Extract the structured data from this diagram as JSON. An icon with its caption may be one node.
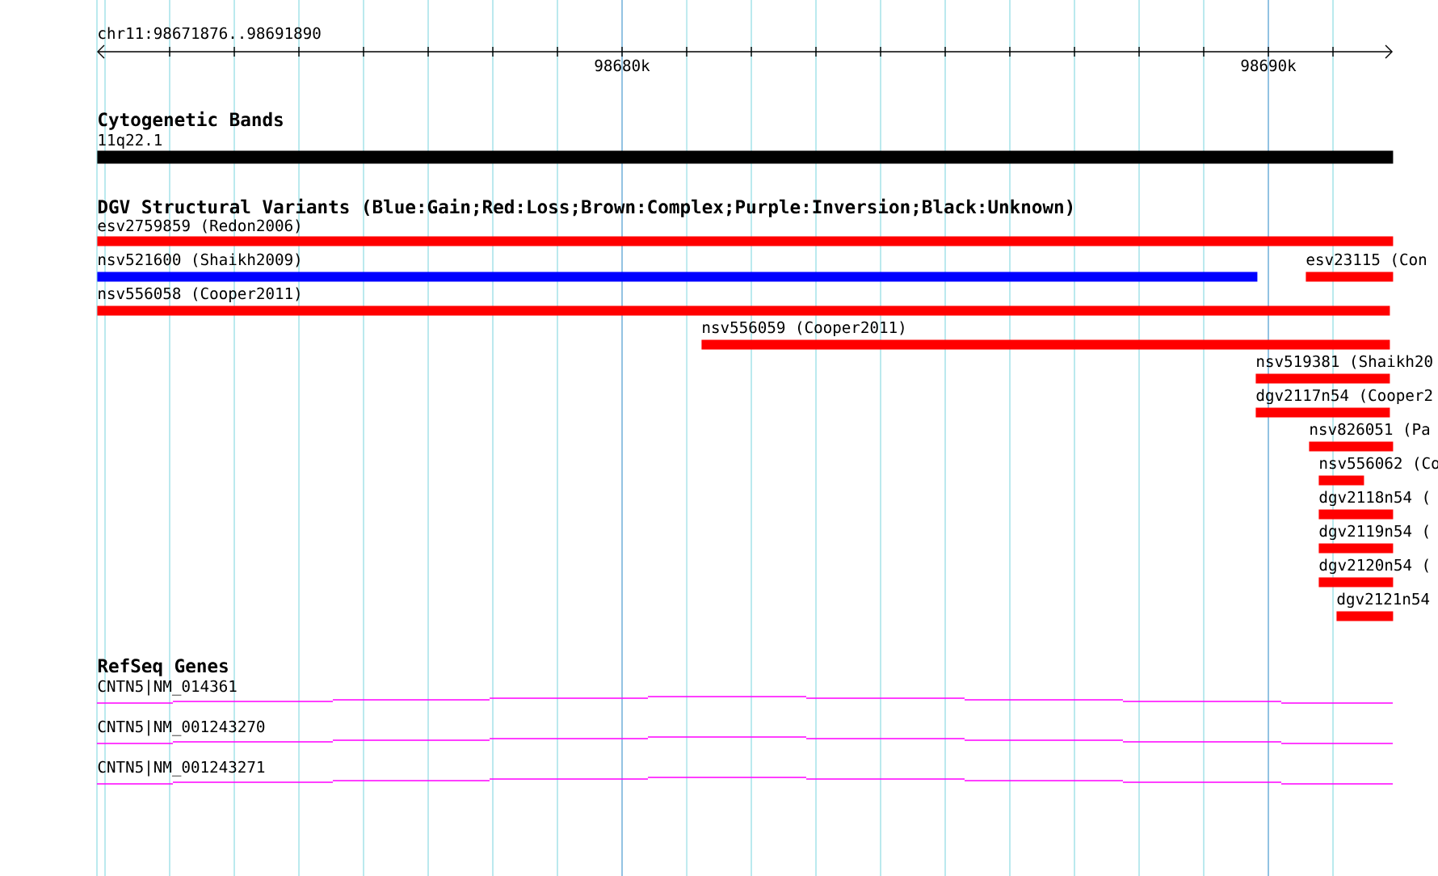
{
  "diagram": {
    "nodes": [
      {
        "text": [],
        "shape": "bar",
        "beside": [
          "11q22.1"
        ]
      },
      {
        "text": [],
        "shape": "bar",
        "beside": [
          "esv2759859 (Redon2006)"
        ]
      },
      {
        "text": [],
        "shape": "bar",
        "beside": [
          "nsv521600 (Shaikh2009)"
        ]
      },
      {
        "text": [],
        "shape": "bar",
        "beside": [
          "esv23115 (Con"
        ]
      },
      {
        "text": [],
        "shape": "bar",
        "beside": [
          "nsv556058 (Cooper2011)"
        ]
      },
      {
        "text": [],
        "shape": "bar",
        "beside": [
          "nsv556059 (Cooper2011)"
        ]
      },
      {
        "text": [],
        "shape": "bar",
        "beside": [
          "nsv519381 (Shaikh20"
        ]
      },
      {
        "text": [],
        "shape": "bar",
        "beside": [
          "dgv2117n54 (Cooper2"
        ]
      },
      {
        "text": [],
        "shape": "bar",
        "beside": [
          "nsv826051 (Pa"
        ]
      },
      {
        "text": [],
        "shape": "bar",
        "beside": [
          "nsv556062 (Co"
        ]
      },
      {
        "text": [],
        "shape": "bar",
        "beside": [
          "dgv2118n54 ("
        ]
      },
      {
        "text": [],
        "shape": "bar",
        "beside": [
          "dgv2119n54 ("
        ]
      },
      {
        "text": [],
        "shape": "bar",
        "beside": [
          "dgv2120n54 ("
        ]
      },
      {
        "text": [],
        "shape": "bar",
        "beside": [
          "dgv2121n54"
        ]
      },
      {
        "text": [],
        "shape": "line",
        "beside": [
          "CNTN5|NM_014361"
        ]
      },
      {
        "text": [],
        "shape": "line",
        "beside": [
          "CNTN5|NM_001243270"
        ]
      },
      {
        "text": [],
        "shape": "line",
        "beside": [
          "CNTN5|NM_001243271"
        ]
      }
    ],
    "labels": [
      "chr11:98671876..98691890",
      "98680k",
      "98690k",
      "Cytogenetic Bands",
      "DGV Structural Variants (Blue:Gain;Red:Loss;Brown:Complex;Purple:Inversion;Black:Unknown)",
      "RefSeq Genes"
    ]
  }
}
